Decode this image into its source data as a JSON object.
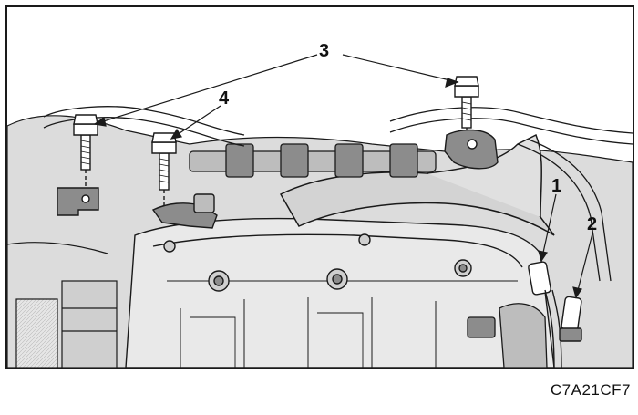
{
  "callouts": {
    "c1": "1",
    "c2": "2",
    "c3": "3",
    "c4": "4"
  },
  "figure_code": "C7A21CF7",
  "colors": {
    "line": "#1a1a1a",
    "shade_light": "#d9d9d9",
    "shade_mid": "#bdbdbd",
    "shade_dark": "#8c8c8c"
  }
}
